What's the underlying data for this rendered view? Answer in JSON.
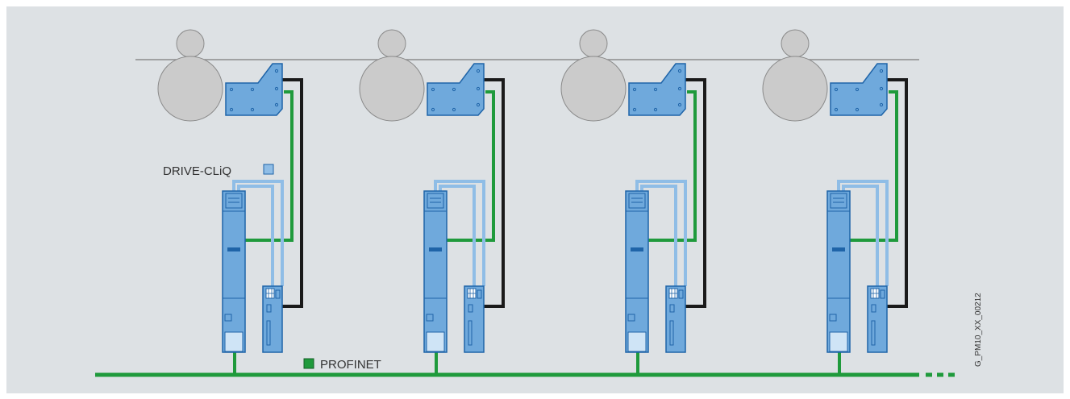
{
  "labels": {
    "drive_cliq": "DRIVE-CLiQ",
    "profinet": "PROFINET",
    "figure_code": "G_PM10_XX_00212"
  },
  "colors": {
    "background": "#dde1e4",
    "roller": "#cbcbcb",
    "roller_stroke": "#8a8a8a",
    "web_line": "#8c8c8c",
    "device_fill": "#6fa9dc",
    "device_stroke": "#1f64a8",
    "drive_cliq": "#8fbde6",
    "profinet": "#1f9a3c",
    "power_cable": "#1a1a1a"
  },
  "stations": [
    {
      "id": 1,
      "motor": "motor-1",
      "drive": "drive-module-1",
      "control": "control-unit-1"
    },
    {
      "id": 2,
      "motor": "motor-2",
      "drive": "drive-module-2",
      "control": "control-unit-2"
    },
    {
      "id": 3,
      "motor": "motor-3",
      "drive": "drive-module-3",
      "control": "control-unit-3"
    },
    {
      "id": 4,
      "motor": "motor-4",
      "drive": "drive-module-4",
      "control": "control-unit-4"
    }
  ]
}
